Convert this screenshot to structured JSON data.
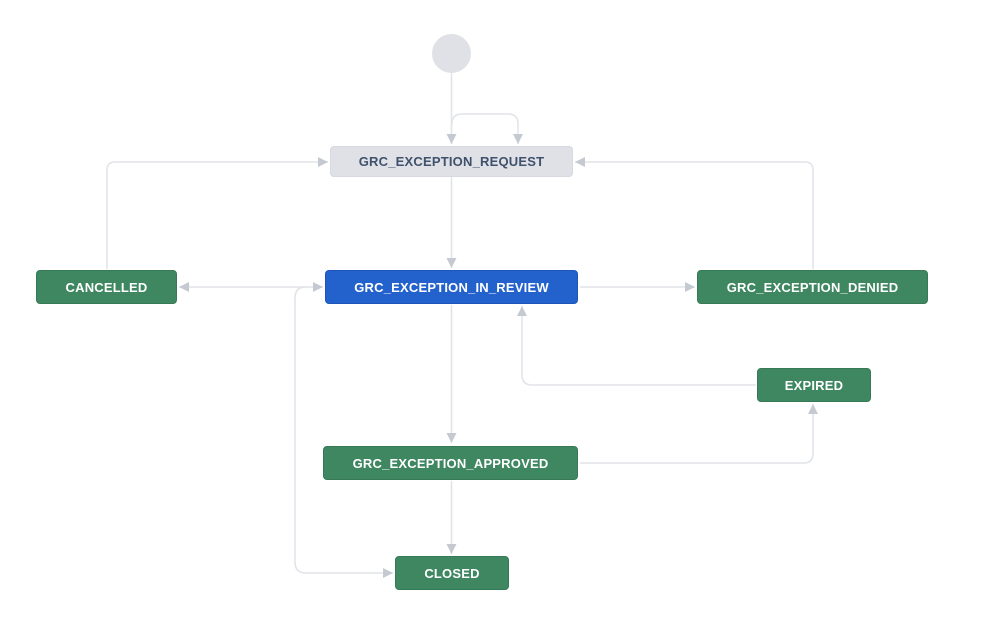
{
  "workflow": {
    "nodes": {
      "start": {
        "label": "",
        "kind": "start-point"
      },
      "request": {
        "label": "GRC_EXCEPTION_REQUEST",
        "category": "new"
      },
      "in_review": {
        "label": "GRC_EXCEPTION_IN_REVIEW",
        "category": "in-progress"
      },
      "cancelled": {
        "label": "CANCELLED",
        "category": "done"
      },
      "denied": {
        "label": "GRC_EXCEPTION_DENIED",
        "category": "done"
      },
      "expired": {
        "label": "EXPIRED",
        "category": "done"
      },
      "approved": {
        "label": "GRC_EXCEPTION_APPROVED",
        "category": "done"
      },
      "closed": {
        "label": "CLOSED",
        "category": "done"
      }
    },
    "transitions": [
      {
        "from": "start",
        "to": "GRC_EXCEPTION_REQUEST"
      },
      {
        "from": "start",
        "to": "GRC_EXCEPTION_REQUEST",
        "note": "second entry arrow (branch loop)"
      },
      {
        "from": "GRC_EXCEPTION_REQUEST",
        "to": "GRC_EXCEPTION_IN_REVIEW"
      },
      {
        "from": "CANCELLED",
        "to": "GRC_EXCEPTION_REQUEST"
      },
      {
        "from": "GRC_EXCEPTION_DENIED",
        "to": "GRC_EXCEPTION_REQUEST"
      },
      {
        "from": "GRC_EXCEPTION_IN_REVIEW",
        "to": "CANCELLED"
      },
      {
        "from": "CANCELLED",
        "to": "GRC_EXCEPTION_IN_REVIEW"
      },
      {
        "from": "GRC_EXCEPTION_IN_REVIEW",
        "to": "GRC_EXCEPTION_DENIED"
      },
      {
        "from": "GRC_EXCEPTION_IN_REVIEW",
        "to": "GRC_EXCEPTION_APPROVED"
      },
      {
        "from": "GRC_EXCEPTION_IN_REVIEW",
        "to": "CLOSED"
      },
      {
        "from": "EXPIRED",
        "to": "GRC_EXCEPTION_IN_REVIEW"
      },
      {
        "from": "GRC_EXCEPTION_APPROVED",
        "to": "EXPIRED"
      },
      {
        "from": "GRC_EXCEPTION_APPROVED",
        "to": "CLOSED"
      }
    ],
    "colors": {
      "canvas_bg": "#ffffff",
      "status_gray_bg": "#dfe1e6",
      "status_gray_text": "#3f516b",
      "status_blue_bg": "#2361cd",
      "status_green_bg": "#3e8760",
      "edge_line": "#e1e4e9",
      "edge_arrow": "#c5cad2"
    }
  }
}
